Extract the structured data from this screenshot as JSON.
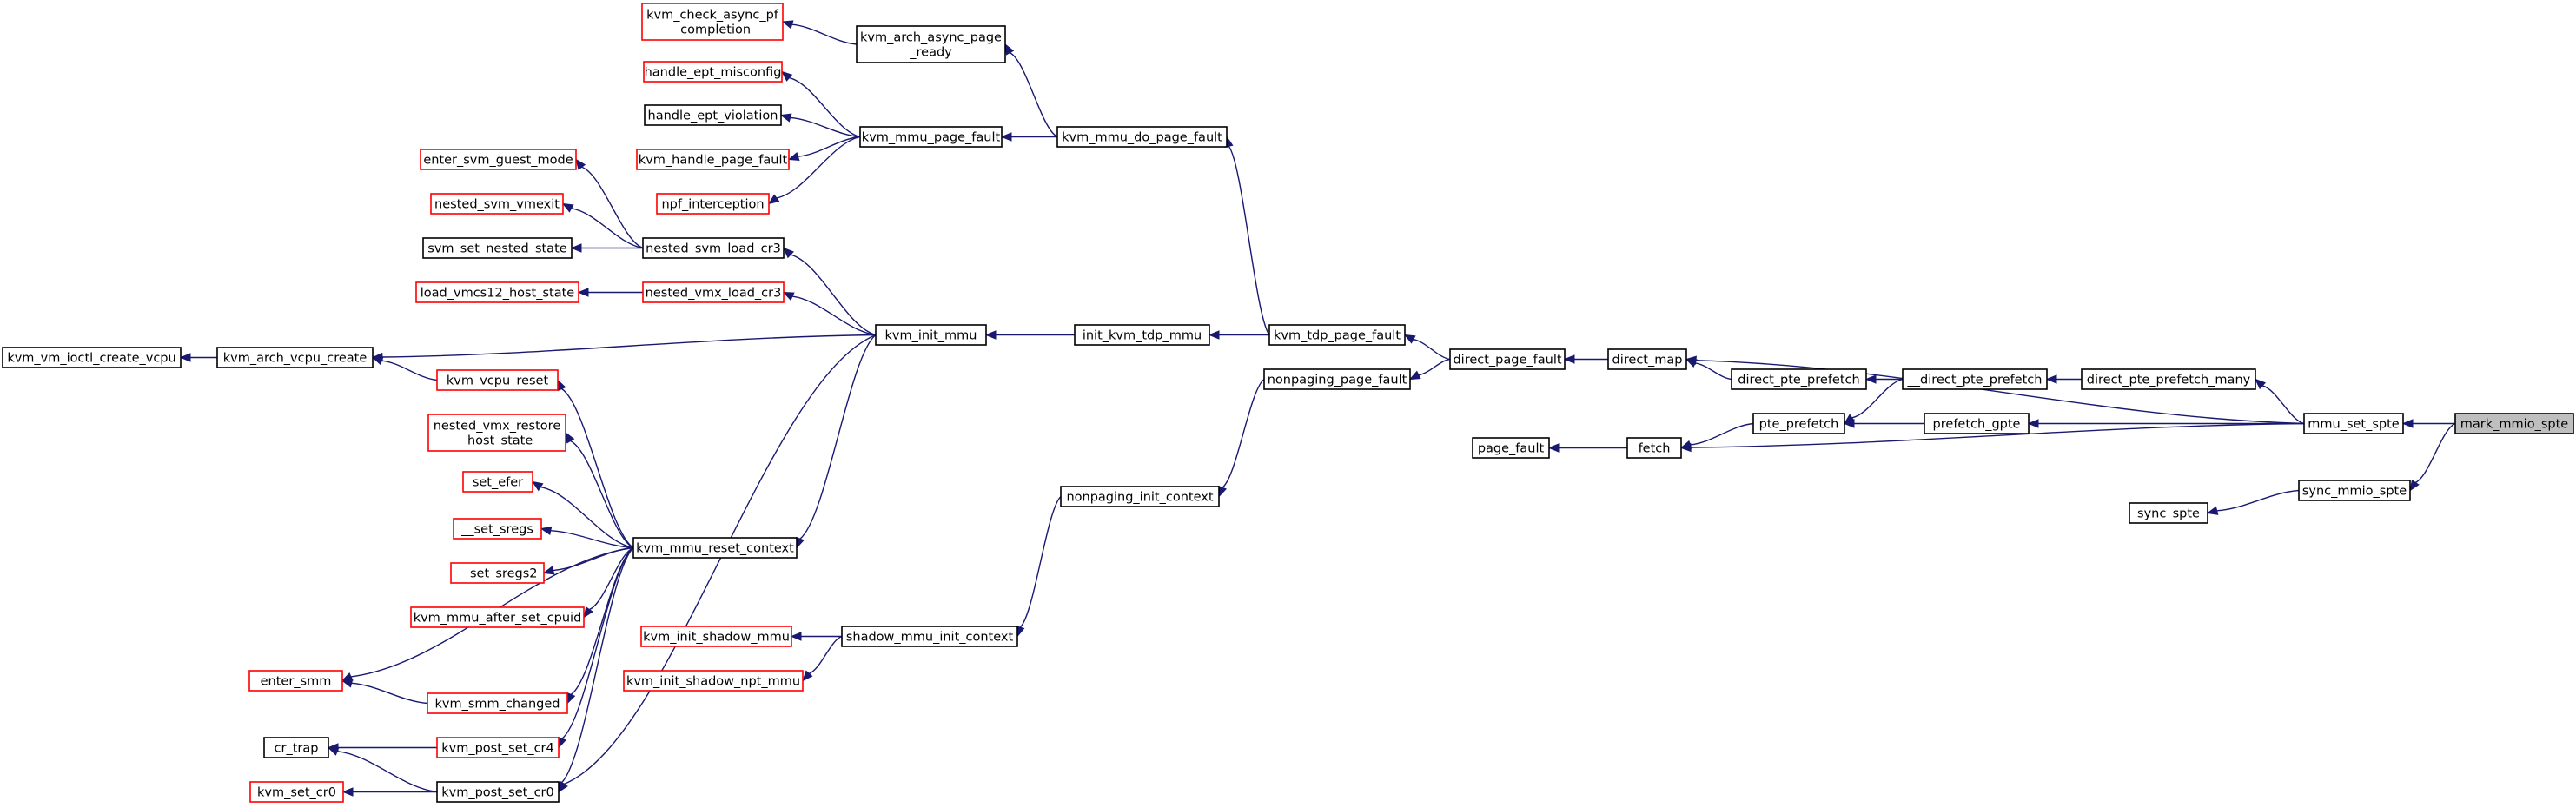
{
  "graph": {
    "title": "",
    "colors": {
      "edge": "#191970",
      "node_border_linked": "#000000",
      "node_border_unlinked": "#ff0000",
      "root_fill": "#bfbfbf",
      "node_fill": "#ffffff"
    },
    "nodes": {
      "mark_mmio_spte": {
        "lines": [
          "mark_mmio_spte"
        ],
        "style": "root"
      },
      "mmu_set_spte": {
        "lines": [
          "mmu_set_spte"
        ],
        "style": "black"
      },
      "sync_mmio_spte": {
        "lines": [
          "sync_mmio_spte"
        ],
        "style": "black"
      },
      "sync_spte": {
        "lines": [
          "sync_spte"
        ],
        "style": "black"
      },
      "direct_map": {
        "lines": [
          "direct_map"
        ],
        "style": "black"
      },
      "direct_pte_prefetch_many": {
        "lines": [
          "direct_pte_prefetch_many"
        ],
        "style": "black"
      },
      "prefetch_gpte": {
        "lines": [
          "prefetch_gpte"
        ],
        "style": "black"
      },
      "fetch": {
        "lines": [
          "fetch"
        ],
        "style": "black"
      },
      "direct_page_fault": {
        "lines": [
          "direct_page_fault"
        ],
        "style": "black"
      },
      "__direct_pte_prefetch": {
        "lines": [
          "__direct_pte_prefetch"
        ],
        "style": "black"
      },
      "direct_pte_prefetch": {
        "lines": [
          "direct_pte_prefetch"
        ],
        "style": "black"
      },
      "pte_prefetch": {
        "lines": [
          "pte_prefetch"
        ],
        "style": "black"
      },
      "page_fault": {
        "lines": [
          "page_fault"
        ],
        "style": "black"
      },
      "kvm_tdp_page_fault": {
        "lines": [
          "kvm_tdp_page_fault"
        ],
        "style": "black"
      },
      "nonpaging_page_fault": {
        "lines": [
          "nonpaging_page_fault"
        ],
        "style": "black"
      },
      "kvm_mmu_do_page_fault": {
        "lines": [
          "kvm_mmu_do_page_fault"
        ],
        "style": "black"
      },
      "init_kvm_tdp_mmu": {
        "lines": [
          "init_kvm_tdp_mmu"
        ],
        "style": "black"
      },
      "nonpaging_init_context": {
        "lines": [
          "nonpaging_init_context"
        ],
        "style": "black"
      },
      "kvm_arch_async_page_ready": {
        "lines": [
          "kvm_arch_async_page",
          "_ready"
        ],
        "style": "black"
      },
      "kvm_mmu_page_fault": {
        "lines": [
          "kvm_mmu_page_fault"
        ],
        "style": "black"
      },
      "kvm_init_mmu": {
        "lines": [
          "kvm_init_mmu"
        ],
        "style": "black"
      },
      "shadow_mmu_init_context": {
        "lines": [
          "shadow_mmu_init_context"
        ],
        "style": "black"
      },
      "kvm_check_async_pf_completion": {
        "lines": [
          "kvm_check_async_pf",
          "_completion"
        ],
        "style": "red"
      },
      "handle_ept_misconfig": {
        "lines": [
          "handle_ept_misconfig"
        ],
        "style": "red"
      },
      "handle_ept_violation": {
        "lines": [
          "handle_ept_violation"
        ],
        "style": "black"
      },
      "kvm_handle_page_fault": {
        "lines": [
          "kvm_handle_page_fault"
        ],
        "style": "red"
      },
      "npf_interception": {
        "lines": [
          "npf_interception"
        ],
        "style": "red"
      },
      "nested_svm_load_cr3": {
        "lines": [
          "nested_svm_load_cr3"
        ],
        "style": "black"
      },
      "nested_vmx_load_cr3": {
        "lines": [
          "nested_vmx_load_cr3"
        ],
        "style": "red"
      },
      "kvm_arch_vcpu_create": {
        "lines": [
          "kvm_arch_vcpu_create"
        ],
        "style": "black"
      },
      "kvm_mmu_reset_context": {
        "lines": [
          "kvm_mmu_reset_context"
        ],
        "style": "black"
      },
      "kvm_init_shadow_mmu": {
        "lines": [
          "kvm_init_shadow_mmu"
        ],
        "style": "red"
      },
      "kvm_init_shadow_npt_mmu": {
        "lines": [
          "kvm_init_shadow_npt_mmu"
        ],
        "style": "red"
      },
      "enter_svm_guest_mode": {
        "lines": [
          "enter_svm_guest_mode"
        ],
        "style": "red"
      },
      "nested_svm_vmexit": {
        "lines": [
          "nested_svm_vmexit"
        ],
        "style": "red"
      },
      "svm_set_nested_state": {
        "lines": [
          "svm_set_nested_state"
        ],
        "style": "black"
      },
      "load_vmcs12_host_state": {
        "lines": [
          "load_vmcs12_host_state"
        ],
        "style": "red"
      },
      "kvm_vm_ioctl_create_vcpu": {
        "lines": [
          "kvm_vm_ioctl_create_vcpu"
        ],
        "style": "black"
      },
      "kvm_vcpu_reset": {
        "lines": [
          "kvm_vcpu_reset"
        ],
        "style": "red"
      },
      "nested_vmx_restore_host_state": {
        "lines": [
          "nested_vmx_restore",
          "_host_state"
        ],
        "style": "red"
      },
      "set_efer": {
        "lines": [
          "set_efer"
        ],
        "style": "red"
      },
      "__set_sregs": {
        "lines": [
          "__set_sregs"
        ],
        "style": "red"
      },
      "__set_sregs2": {
        "lines": [
          "__set_sregs2"
        ],
        "style": "red"
      },
      "kvm_mmu_after_set_cpuid": {
        "lines": [
          "kvm_mmu_after_set_cpuid"
        ],
        "style": "red"
      },
      "enter_smm": {
        "lines": [
          "enter_smm"
        ],
        "style": "red"
      },
      "kvm_smm_changed": {
        "lines": [
          "kvm_smm_changed"
        ],
        "style": "red"
      },
      "kvm_post_set_cr4": {
        "lines": [
          "kvm_post_set_cr4"
        ],
        "style": "red"
      },
      "kvm_post_set_cr0": {
        "lines": [
          "kvm_post_set_cr0"
        ],
        "style": "black"
      },
      "cr_trap": {
        "lines": [
          "cr_trap"
        ],
        "style": "black"
      },
      "kvm_set_cr0": {
        "lines": [
          "kvm_set_cr0"
        ],
        "style": "red"
      }
    },
    "edges": [
      {
        "from": "mmu_set_spte",
        "to": "mark_mmio_spte"
      },
      {
        "from": "sync_mmio_spte",
        "to": "mark_mmio_spte"
      },
      {
        "from": "sync_spte",
        "to": "sync_mmio_spte"
      },
      {
        "from": "direct_map",
        "to": "mmu_set_spte"
      },
      {
        "from": "direct_pte_prefetch_many",
        "to": "mmu_set_spte"
      },
      {
        "from": "prefetch_gpte",
        "to": "mmu_set_spte"
      },
      {
        "from": "fetch",
        "to": "mmu_set_spte"
      },
      {
        "from": "direct_page_fault",
        "to": "direct_map"
      },
      {
        "from": "__direct_pte_prefetch",
        "to": "direct_pte_prefetch_many"
      },
      {
        "from": "direct_pte_prefetch",
        "to": "__direct_pte_prefetch"
      },
      {
        "from": "pte_prefetch",
        "to": "__direct_pte_prefetch"
      },
      {
        "from": "pte_prefetch",
        "to": "prefetch_gpte"
      },
      {
        "from": "fetch",
        "to": "pte_prefetch"
      },
      {
        "from": "page_fault",
        "to": "fetch"
      },
      {
        "from": "direct_map",
        "to": "direct_pte_prefetch"
      },
      {
        "from": "kvm_tdp_page_fault",
        "to": "direct_page_fault"
      },
      {
        "from": "nonpaging_page_fault",
        "to": "direct_page_fault"
      },
      {
        "from": "kvm_mmu_do_page_fault",
        "to": "kvm_tdp_page_fault"
      },
      {
        "from": "init_kvm_tdp_mmu",
        "to": "kvm_tdp_page_fault"
      },
      {
        "from": "nonpaging_init_context",
        "to": "nonpaging_page_fault"
      },
      {
        "from": "kvm_arch_async_page_ready",
        "to": "kvm_mmu_do_page_fault"
      },
      {
        "from": "kvm_mmu_page_fault",
        "to": "kvm_mmu_do_page_fault"
      },
      {
        "from": "kvm_init_mmu",
        "to": "init_kvm_tdp_mmu"
      },
      {
        "from": "shadow_mmu_init_context",
        "to": "nonpaging_init_context"
      },
      {
        "from": "kvm_check_async_pf_completion",
        "to": "kvm_arch_async_page_ready"
      },
      {
        "from": "handle_ept_misconfig",
        "to": "kvm_mmu_page_fault"
      },
      {
        "from": "handle_ept_violation",
        "to": "kvm_mmu_page_fault"
      },
      {
        "from": "kvm_handle_page_fault",
        "to": "kvm_mmu_page_fault"
      },
      {
        "from": "npf_interception",
        "to": "kvm_mmu_page_fault"
      },
      {
        "from": "nested_svm_load_cr3",
        "to": "kvm_init_mmu"
      },
      {
        "from": "nested_vmx_load_cr3",
        "to": "kvm_init_mmu"
      },
      {
        "from": "kvm_arch_vcpu_create",
        "to": "kvm_init_mmu"
      },
      {
        "from": "kvm_mmu_reset_context",
        "to": "kvm_init_mmu"
      },
      {
        "from": "kvm_post_set_cr0",
        "to": "kvm_init_mmu"
      },
      {
        "from": "kvm_init_shadow_mmu",
        "to": "shadow_mmu_init_context"
      },
      {
        "from": "kvm_init_shadow_npt_mmu",
        "to": "shadow_mmu_init_context"
      },
      {
        "from": "enter_svm_guest_mode",
        "to": "nested_svm_load_cr3"
      },
      {
        "from": "nested_svm_vmexit",
        "to": "nested_svm_load_cr3"
      },
      {
        "from": "svm_set_nested_state",
        "to": "nested_svm_load_cr3"
      },
      {
        "from": "load_vmcs12_host_state",
        "to": "nested_vmx_load_cr3"
      },
      {
        "from": "kvm_vm_ioctl_create_vcpu",
        "to": "kvm_arch_vcpu_create"
      },
      {
        "from": "kvm_vcpu_reset",
        "to": "kvm_mmu_reset_context"
      },
      {
        "from": "nested_vmx_restore_host_state",
        "to": "kvm_mmu_reset_context"
      },
      {
        "from": "set_efer",
        "to": "kvm_mmu_reset_context"
      },
      {
        "from": "__set_sregs",
        "to": "kvm_mmu_reset_context"
      },
      {
        "from": "__set_sregs2",
        "to": "kvm_mmu_reset_context"
      },
      {
        "from": "kvm_mmu_after_set_cpuid",
        "to": "kvm_mmu_reset_context"
      },
      {
        "from": "enter_smm",
        "to": "kvm_mmu_reset_context"
      },
      {
        "from": "kvm_smm_changed",
        "to": "kvm_mmu_reset_context"
      },
      {
        "from": "kvm_post_set_cr4",
        "to": "kvm_mmu_reset_context"
      },
      {
        "from": "kvm_post_set_cr0",
        "to": "kvm_mmu_reset_context"
      },
      {
        "from": "kvm_arch_vcpu_create",
        "to": "kvm_vcpu_reset"
      },
      {
        "from": "enter_smm",
        "to": "kvm_smm_changed"
      },
      {
        "from": "cr_trap",
        "to": "kvm_post_set_cr4"
      },
      {
        "from": "cr_trap",
        "to": "kvm_post_set_cr0"
      },
      {
        "from": "kvm_set_cr0",
        "to": "kvm_post_set_cr0"
      }
    ]
  }
}
